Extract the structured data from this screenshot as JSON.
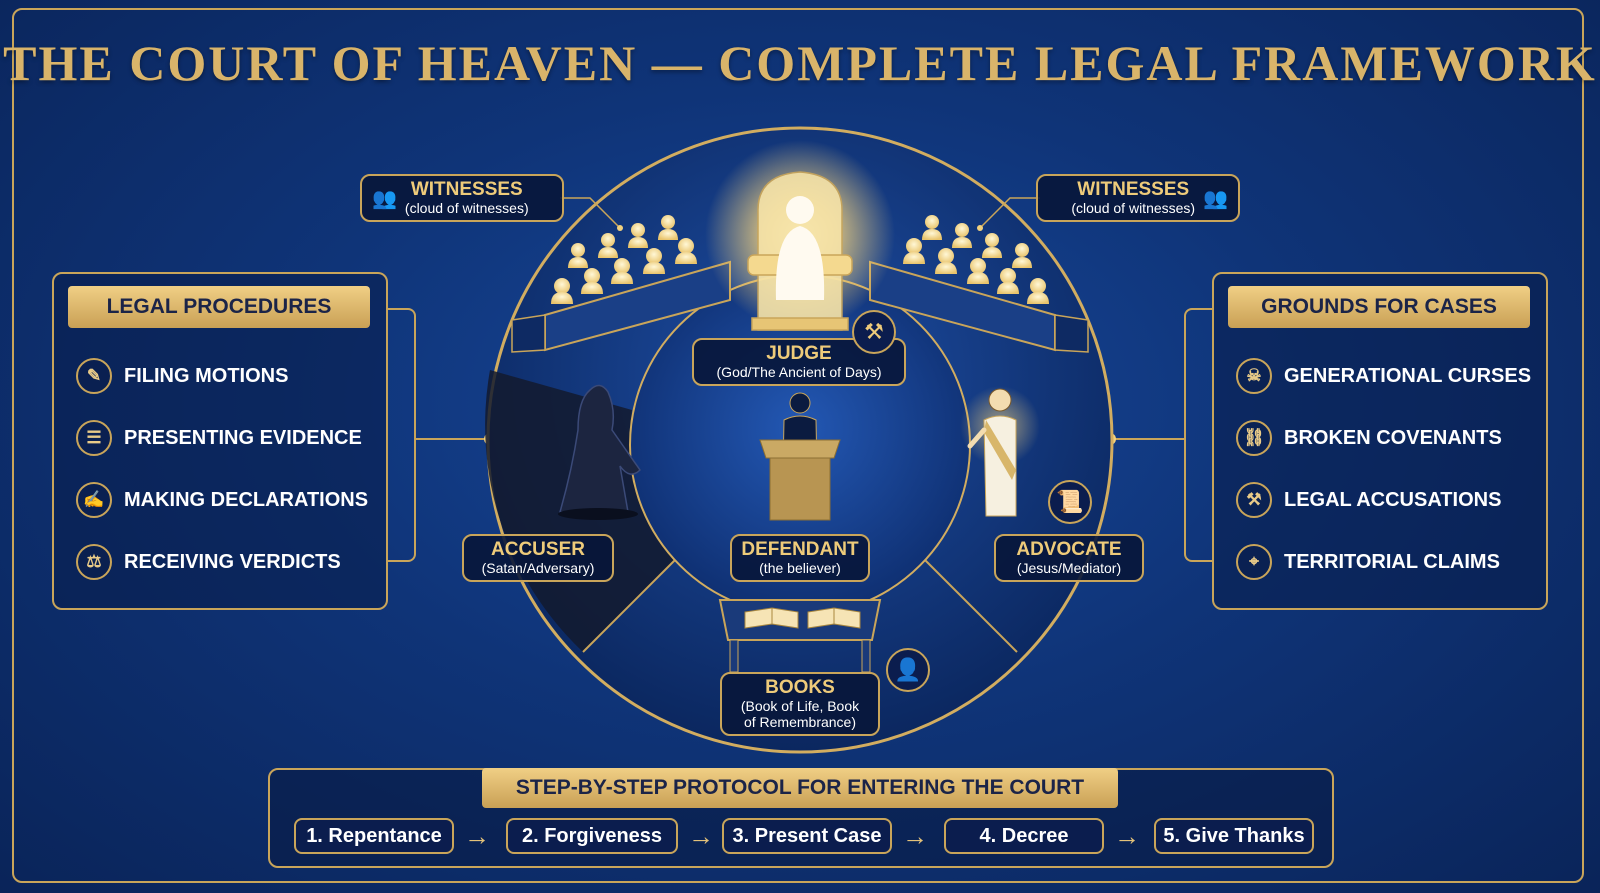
{
  "title": "THE COURT OF HEAVEN — COMPLETE LEGAL FRAMEWORK",
  "colors": {
    "gold": "#c9a55a",
    "navy": "#0f3478",
    "text": "#ffffff"
  },
  "legal_procedures": {
    "heading": "LEGAL PROCEDURES",
    "items": [
      {
        "label": "FILING MOTIONS",
        "icon": "document-pen-icon"
      },
      {
        "label": "PRESENTING EVIDENCE",
        "icon": "checklist-icon"
      },
      {
        "label": "MAKING DECLARATIONS",
        "icon": "writing-icon"
      },
      {
        "label": "RECEIVING VERDICTS",
        "icon": "scales-icon"
      }
    ]
  },
  "grounds": {
    "heading": "GROUNDS FOR CASES",
    "items": [
      {
        "label": "GENERATIONAL CURSES",
        "icon": "crossed-skull-icon"
      },
      {
        "label": "BROKEN COVENANTS",
        "icon": "broken-link-icon"
      },
      {
        "label": "LEGAL ACCUSATIONS",
        "icon": "gavel-icon"
      },
      {
        "label": "TERRITORIAL CLAIMS",
        "icon": "location-pin-icon"
      }
    ]
  },
  "roles": {
    "witnesses_left": {
      "title": "WITNESSES",
      "sub": "(cloud of witnesses)"
    },
    "witnesses_right": {
      "title": "WITNESSES",
      "sub": "(cloud of witnesses)"
    },
    "judge": {
      "title": "JUDGE",
      "sub": "(God/The Ancient of Days)"
    },
    "accuser": {
      "title": "ACCUSER",
      "sub": "(Satan/Adversary)"
    },
    "defendant": {
      "title": "DEFENDANT",
      "sub": "(the believer)"
    },
    "advocate": {
      "title": "ADVOCATE",
      "sub": "(Jesus/Mediator)"
    },
    "books": {
      "title": "BOOKS",
      "sub_line1": "(Book of Life, Book",
      "sub_line2": "of Remembrance)"
    }
  },
  "protocol": {
    "heading": "STEP-BY-STEP PROTOCOL FOR ENTERING THE COURT",
    "steps": [
      "1. Repentance",
      "2. Forgiveness",
      "3. Present Case",
      "4. Decree",
      "5. Give Thanks"
    ]
  }
}
